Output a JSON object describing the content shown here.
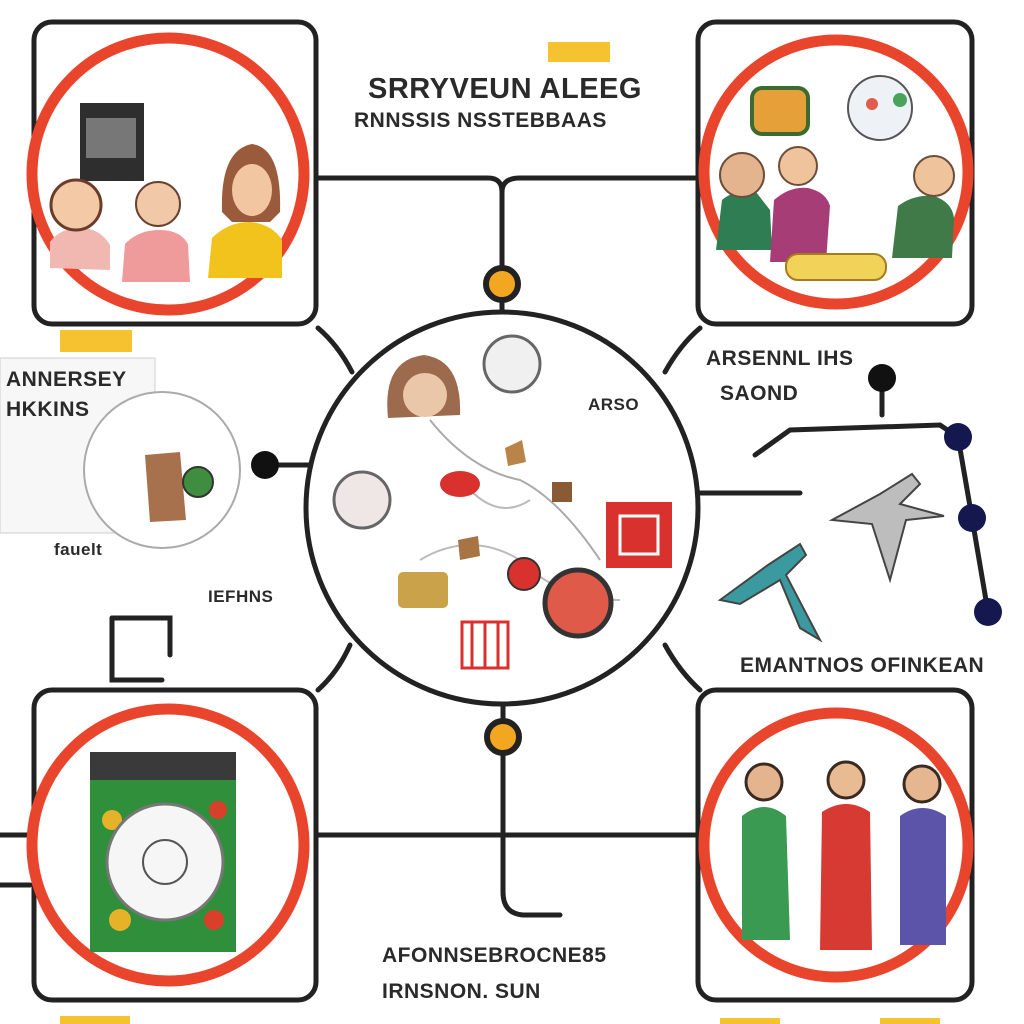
{
  "labels": {
    "top_line1": "SRRYVEUN ALEEG",
    "top_line2": "RNNSSIS NSSTEBBAAS",
    "left_line1": "ANNERSEY",
    "left_line2": "HKKINS",
    "left_small": "fauelt",
    "left_mid": "IEFHNS",
    "right_line1": "ARSENNL IHS",
    "right_line2": "SAOND",
    "right_bottom": "EMANTNOS OFINKEAN",
    "bottom_line1": "AFONNSEBROCNE85",
    "bottom_line2": "IRNSNON. SUN",
    "center_tag": "ARSO"
  },
  "colors": {
    "ring": "#e8452c",
    "line": "#222222",
    "node": "#f3a620",
    "accent_yellow": "#f5c230",
    "navy": "#15184f"
  }
}
